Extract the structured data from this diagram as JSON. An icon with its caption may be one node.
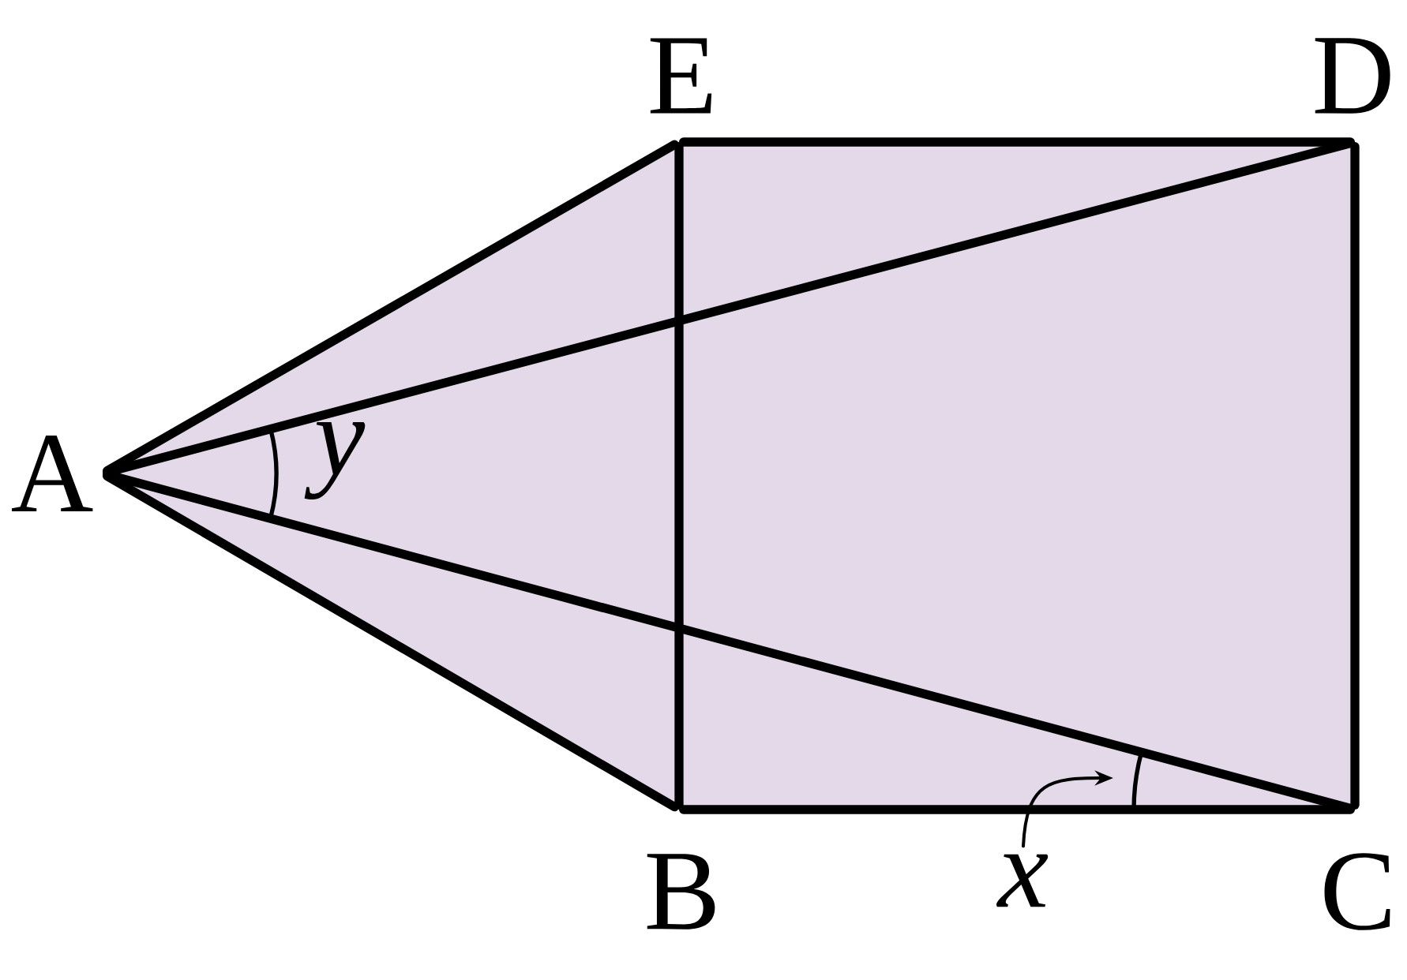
{
  "diagram": {
    "nodes": [
      {
        "text": [
          "A"
        ]
      },
      {
        "text": [
          "B"
        ]
      },
      {
        "text": [
          "C"
        ]
      },
      {
        "text": [
          "D"
        ]
      },
      {
        "text": [
          "E"
        ]
      },
      {
        "text": [
          "x"
        ]
      }
    ],
    "edges": [
      {
        "from": 0,
        "to": 4,
        "arrow": "none"
      },
      {
        "from": 0,
        "to": 1,
        "arrow": "none"
      },
      {
        "from": 0,
        "to": 3,
        "arrow": "none"
      },
      {
        "from": 0,
        "to": 2,
        "arrow": "none"
      },
      {
        "from": 4,
        "to": 3,
        "arrow": "none"
      },
      {
        "from": 3,
        "to": 2,
        "arrow": "none"
      },
      {
        "from": 2,
        "to": 1,
        "arrow": "none"
      },
      {
        "from": 1,
        "to": 4,
        "arrow": "none"
      },
      {
        "from": 5,
        "to": null,
        "arrow": "to"
      }
    ],
    "labels": [
      "y"
    ]
  }
}
